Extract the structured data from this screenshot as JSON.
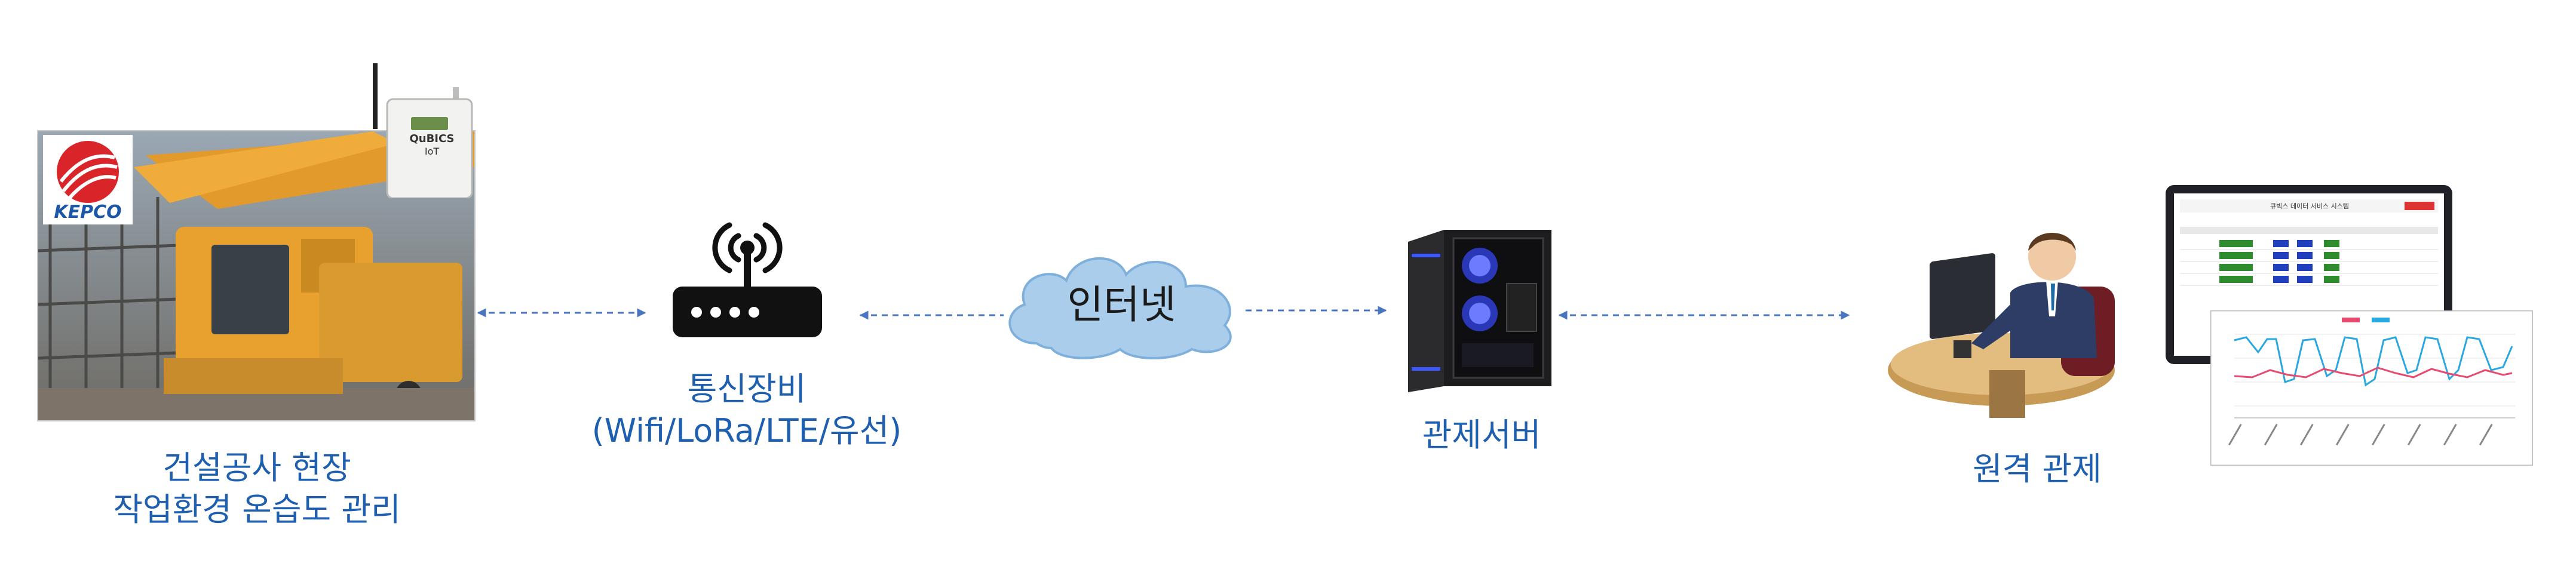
{
  "nodes": {
    "site": {
      "line1": "건설공사 현장",
      "line2": "작업환경 온습도 관리",
      "logo_text": "KEPCO",
      "sensor_brand": "QuBICS",
      "sensor_model": "IoT"
    },
    "comm": {
      "line1": "통신장비",
      "line2": "(Wifi/LoRa/LTE/유선)"
    },
    "cloud": {
      "label": "인터넷"
    },
    "server": {
      "label": "관제서버"
    },
    "remote": {
      "label": "원격 관제",
      "screen_title": "큐빅스 데이터 서비스 시스템"
    }
  },
  "colors": {
    "label_text": "#1f5fb0",
    "arrow": "#4a76c0",
    "cloud_fill": "#a9cdeb",
    "cloud_stroke": "#7fb0dc"
  }
}
